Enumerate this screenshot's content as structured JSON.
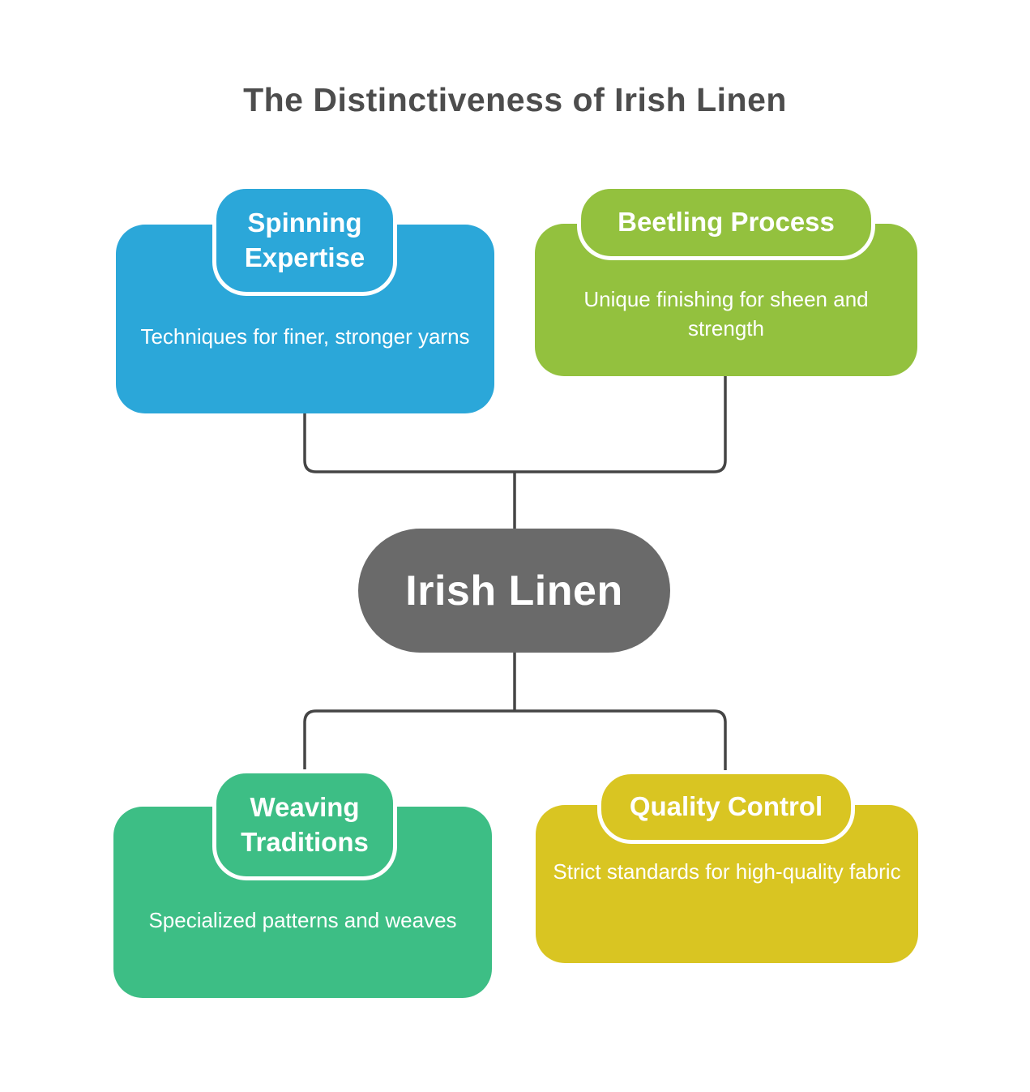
{
  "title": "The Distinctiveness of Irish Linen",
  "center_node": {
    "label": "Irish Linen",
    "color": "#6a6a6a"
  },
  "colors": {
    "connector": "#454545",
    "title_text": "#4d4d4d",
    "node_text": "#ffffff",
    "background": "#ffffff"
  },
  "nodes": [
    {
      "id": "spinning-expertise",
      "label": "Spinning Expertise",
      "description": "Techniques for finer, stronger yarns",
      "color": "#2ba7d9",
      "position": "top-left"
    },
    {
      "id": "beetling-process",
      "label": "Beetling Process",
      "description": "Unique finishing for sheen and strength",
      "color": "#93c13e",
      "position": "top-right"
    },
    {
      "id": "weaving-traditions",
      "label": "Weaving Traditions",
      "description": "Specialized patterns and weaves",
      "color": "#3dbe85",
      "position": "bottom-left"
    },
    {
      "id": "quality-control",
      "label": "Quality Control",
      "description": "Strict standards for high-quality fabric",
      "color": "#d9c522",
      "position": "bottom-right"
    }
  ]
}
